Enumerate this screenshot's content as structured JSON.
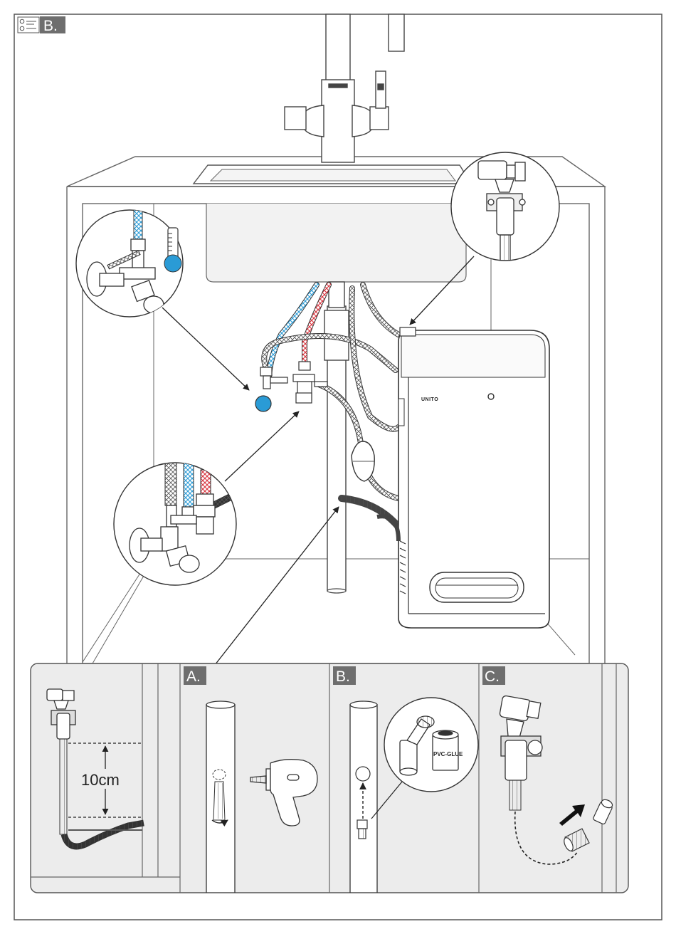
{
  "header": {
    "checklist_icon": "checklist-icon",
    "step_badge": "B."
  },
  "unit": {
    "brand": "UNITO"
  },
  "detail_panel": {
    "dimension_label": "10cm",
    "steps": [
      {
        "badge": "A."
      },
      {
        "badge": "B.",
        "glue_label": "PVC-GLUE"
      },
      {
        "badge": "C."
      }
    ]
  },
  "colors": {
    "cold": "#2a9bd6",
    "hot": "#d8323c",
    "badge": "#6e6e6e",
    "panel_bg": "#ececec",
    "line": "#333333"
  }
}
